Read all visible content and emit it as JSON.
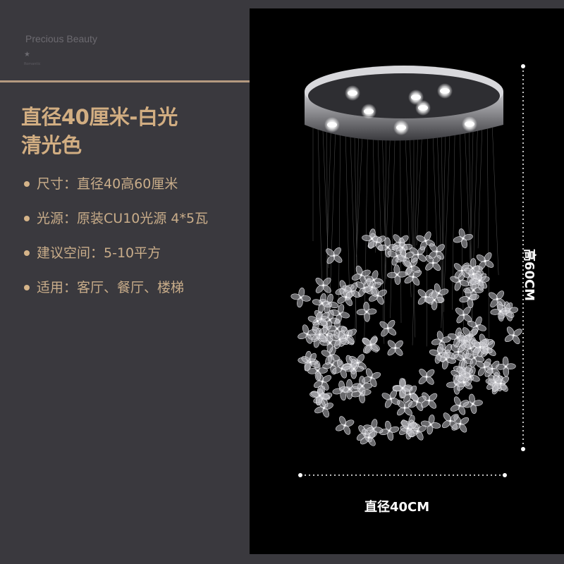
{
  "brand": {
    "name": "Precious Beauty",
    "tagline": "Romantic"
  },
  "title": {
    "line1": "直径40厘米-白光",
    "line2": "清光色"
  },
  "specs": [
    {
      "label": "尺寸：",
      "value": "直径40高60厘米"
    },
    {
      "label": "光源：",
      "value": "原装CU10光源 4*5瓦"
    },
    {
      "label": "建议空间：",
      "value": "5-10平方"
    },
    {
      "label": "适用：",
      "value": "客厅、餐厅、楼梯"
    }
  ],
  "dimensions": {
    "width": "直径40CM",
    "height": "高60CM"
  },
  "colors": {
    "background": "#3a393e",
    "accent": "#d2ae82",
    "panel": "#000000"
  }
}
